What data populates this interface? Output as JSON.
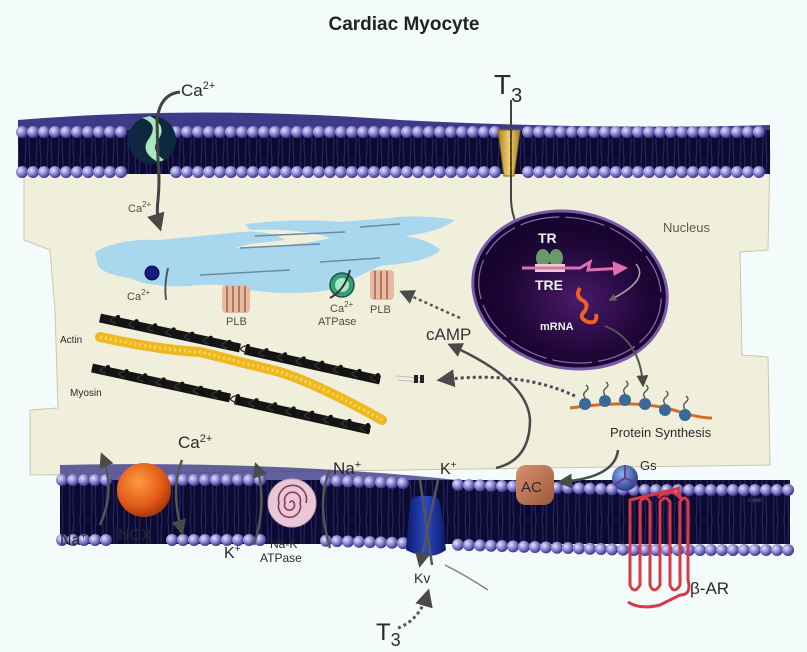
{
  "title": "Cardiac Myocyte",
  "labels": {
    "ca_top": "Ca",
    "ca_top_sup": "2+",
    "t3_top": "T",
    "t3_top_sub": "3",
    "ca_sr_release": "Ca",
    "ca_sr_release_sup": "2+",
    "ca_channel": "Ca",
    "ca_channel_sup": "2+",
    "nucleus": "Nucleus",
    "tr": "TR",
    "tre": "TRE",
    "mrna": "mRNA",
    "plb_left": "PLB",
    "plb_right": "PLB",
    "ca_atpase_line1": "Ca",
    "ca_atpase_sup": "2+",
    "ca_atpase_line2": "ATPase",
    "camp": "cAMP",
    "actin": "Actin",
    "myosin": "Myosin",
    "protein_synthesis": "Protein Synthesis",
    "gs": "Gs",
    "ac": "AC",
    "beta_ar": "β-AR",
    "ncx": "NCX",
    "na_left": "Na",
    "na_left_sup": "+",
    "ca_ncx": "Ca",
    "ca_ncx_sup": "2+",
    "na_right": "Na",
    "na_right_sup": "+",
    "k_atpase": "K",
    "k_atpase_sup": "+",
    "na_k_line1": "Na-K",
    "na_k_line2": "ATPase",
    "k_kv": "K",
    "k_kv_sup": "+",
    "kv": "Kv",
    "t3_bottom": "T",
    "t3_bottom_sub": "3",
    "signature": "c.wei"
  },
  "colors": {
    "membrane_head": "#8a86cf",
    "membrane_core": "#0c0a30",
    "cytoplasm": "#efefdc",
    "sr": "#a9d8ee",
    "nucleus": "#1a0530",
    "ncx": "#e05a18",
    "na_k_atpase": "#e8c8d6",
    "kv": "#1c34a0",
    "ac": "#b8704a",
    "beta_ar": "#d83848",
    "actin": "#f0b820",
    "myosin": "#141414",
    "t3_transporter": "#d8b040",
    "ca_channel": "#0e2840",
    "gs": "#4a6ab0"
  }
}
